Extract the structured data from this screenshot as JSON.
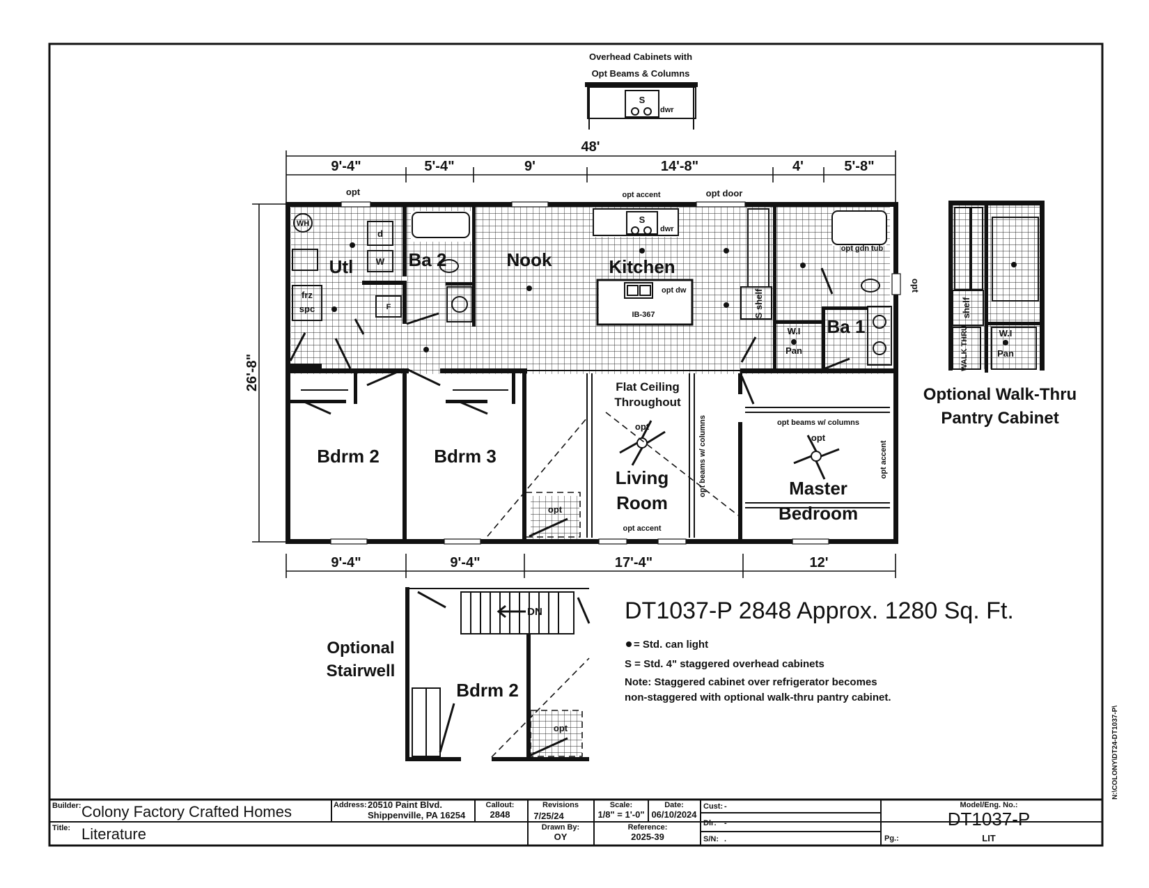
{
  "overhead_cabinets": {
    "title_line1": "Overhead Cabinets with",
    "title_line2": "Opt Beams & Columns",
    "sink": "S",
    "dwr": "dwr"
  },
  "dimensions": {
    "overall_width": "48'",
    "top": [
      "9'-4\"",
      "5'-4\"",
      "9'",
      "14'-8\"",
      "4'",
      "5'-8\""
    ],
    "bottom": [
      "9'-4\"",
      "9'-4\"",
      "17'-4\"",
      "12'"
    ],
    "depth": "26'-8\""
  },
  "rooms": {
    "utl": "Utl",
    "ba2": "Ba 2",
    "nook": "Nook",
    "kitchen": "Kitchen",
    "ba1": "Ba 1",
    "bdrm2": "Bdrm 2",
    "bdrm3": "Bdrm 3",
    "living_line1": "Living",
    "living_line2": "Room",
    "master_line1": "Master",
    "master_line2": "Bedroom"
  },
  "labels": {
    "opt": "opt",
    "opt_accent": "opt accent",
    "opt_door": "opt door",
    "wh": "WH",
    "dryer": "d",
    "washer": "W",
    "frz": "frz",
    "spc": "spc",
    "furnace": "F",
    "sink": "S",
    "dwr": "dwr",
    "opt_dw": "opt dw",
    "island": "IB-367",
    "shelf": "S shelf",
    "wi": "W.I",
    "pan": "Pan",
    "opt_gdn_tub": "opt gdn tub",
    "flat_ceiling_line1": "Flat Ceiling",
    "flat_ceiling_line2": "Throughout",
    "opt_beams_columns": "opt beams w/ columns"
  },
  "pantry_option": {
    "shelf": "shelf",
    "walk_thru": "WALK THRU",
    "wi": "W.I",
    "pan": "Pan",
    "title_line1": "Optional Walk-Thru",
    "title_line2": "Pantry Cabinet"
  },
  "stairwell_option": {
    "title_line1": "Optional",
    "title_line2": "Stairwell",
    "dn": "DN",
    "room": "Bdrm 2",
    "opt": "opt"
  },
  "model_title": "DT1037-P 2848  Approx. 1280 Sq. Ft.",
  "legend": {
    "can_light": "= Std. can light",
    "cabinets": "S = Std. 4\" staggered overhead cabinets",
    "note_line1": "Note: Staggered cabinet over refrigerator becomes",
    "note_line2": "non-staggered with optional walk-thru pantry cabinet."
  },
  "title_block": {
    "builder_label": "Builder:",
    "builder": "Colony Factory Crafted Homes",
    "title_label": "Title:",
    "title": "Literature",
    "address_label": "Address:",
    "address_line1": "20510 Paint Blvd.",
    "address_line2": "Shippenville, PA 16254",
    "callout_label": "Callout:",
    "callout": "2848",
    "revisions_label": "Revisions",
    "revisions": "7/25/24",
    "drawn_label": "Drawn By:",
    "drawn": "OY",
    "scale_label": "Scale:",
    "scale": "1/8\" = 1'-0\"",
    "date_label": "Date:",
    "date": "06/10/2024",
    "reference_label": "Reference:",
    "reference": "2025-39",
    "cust_label": "Cust:",
    "cust": "-",
    "dlr_label": "Dlr:",
    "dlr": "-",
    "sn_label": "S/N:",
    "sn": ".",
    "model_label": "Model/Eng. No.:",
    "model": "DT1037-P",
    "pg_label": "Pg.:",
    "pg": "LIT"
  },
  "file_path": "N:\\COLONY\\DT24-DT1037-P\\"
}
